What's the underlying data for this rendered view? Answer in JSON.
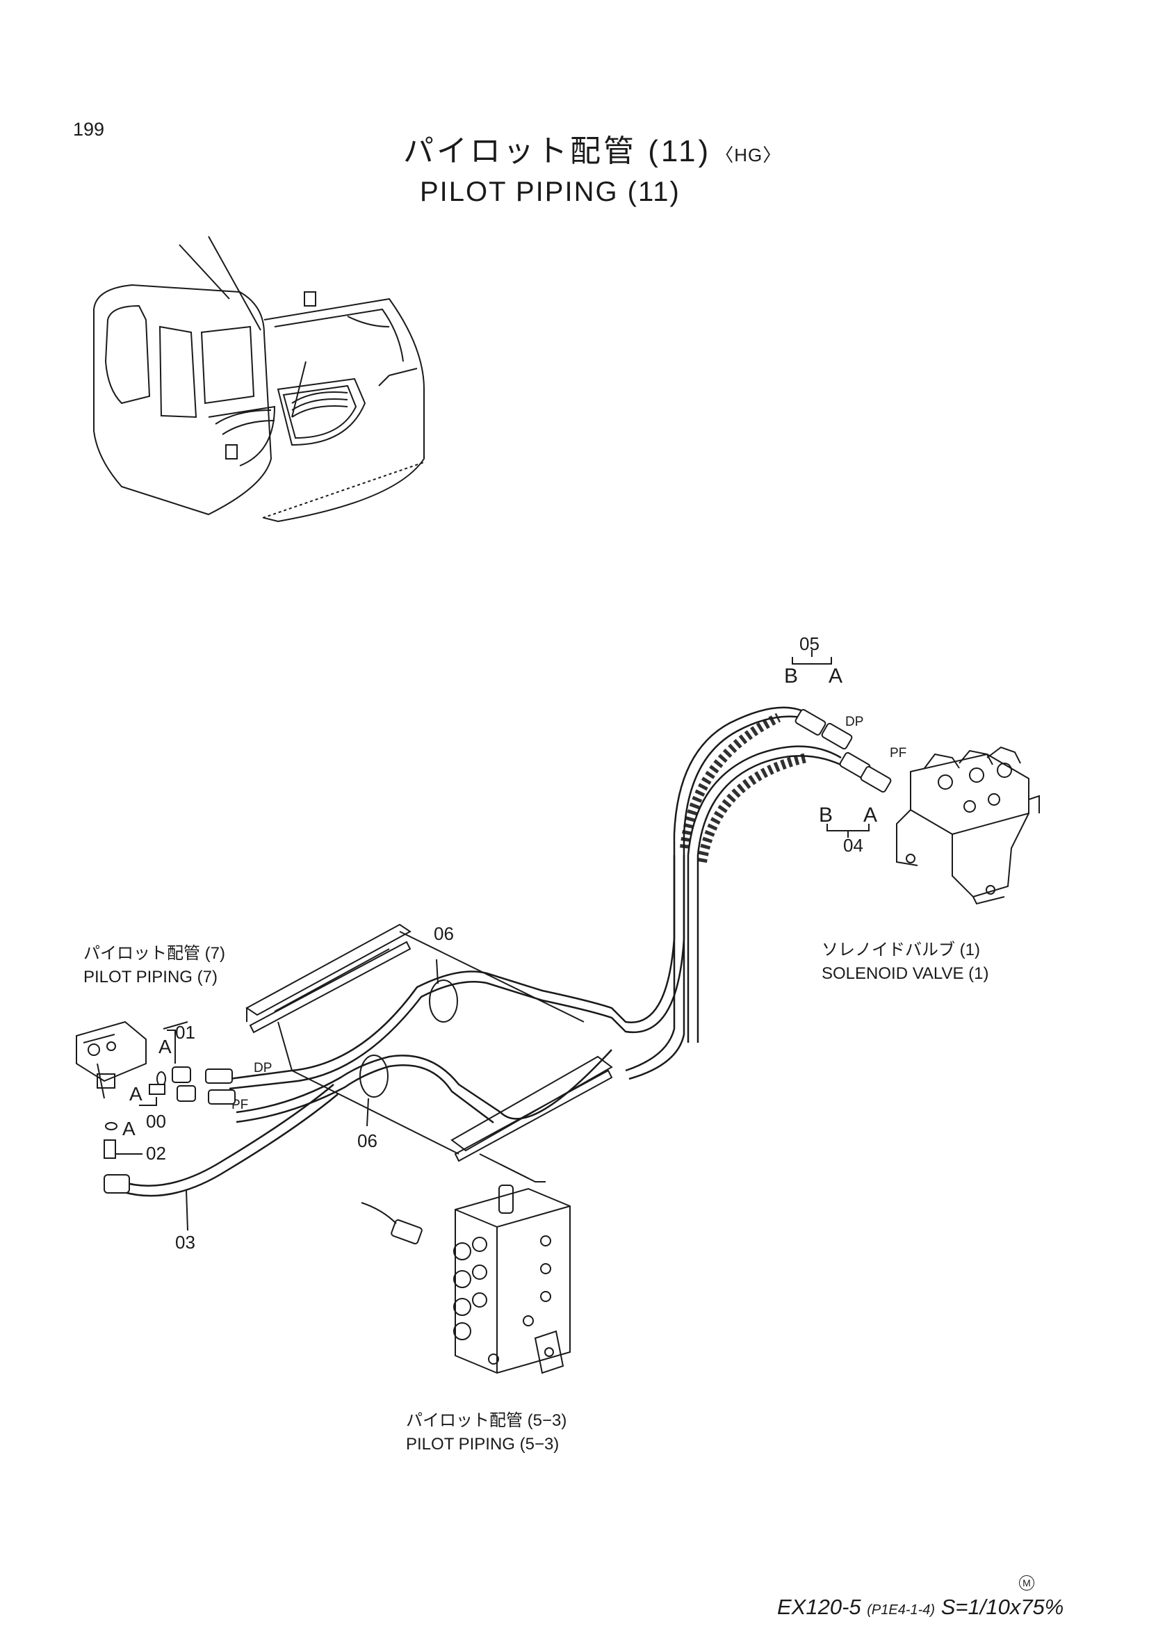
{
  "page_number": "199",
  "title_jp": "パイロット配管 (11)",
  "title_tag": "〈HG〉",
  "title_en": "PILOT PIPING (11)",
  "refs": {
    "pilot_piping_7_jp": "パイロット配管 (7)",
    "pilot_piping_7_en": "PILOT PIPING (7)",
    "solenoid_jp": "ソレノイドバルブ (1)",
    "solenoid_en": "SOLENOID VALVE (1)",
    "pilot_piping_53_jp": "パイロット配管 (5−3)",
    "pilot_piping_53_en": "PILOT PIPING (5−3)"
  },
  "callouts": {
    "c00": "00",
    "c01": "01",
    "c02": "02",
    "c03": "03",
    "c04": "04",
    "c05": "05",
    "c06a": "06",
    "c06b": "06"
  },
  "ports": {
    "A1": "A",
    "A2": "A",
    "A3": "A",
    "B05": "B",
    "A05": "A",
    "B04": "B",
    "A04": "A",
    "DP_top": "DP",
    "PF_top": "PF",
    "DP_left": "DP",
    "PF_left": "PF"
  },
  "marks": {
    "m": "M"
  },
  "footer": {
    "model": "EX120-5",
    "code": "(P1E4-1-4)",
    "scale": "S=1/10x75%"
  }
}
